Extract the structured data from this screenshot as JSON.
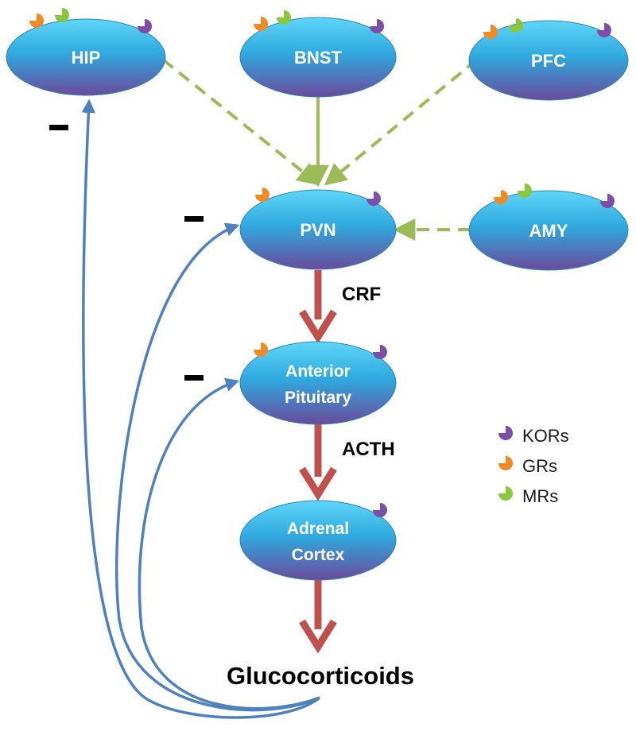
{
  "nodes": {
    "hip": {
      "label": "HIP"
    },
    "bnst": {
      "label": "BNST"
    },
    "pfc": {
      "label": "PFC"
    },
    "pvn": {
      "label": "PVN"
    },
    "amy": {
      "label": "AMY"
    },
    "pituitary": {
      "label_line1": "Anterior",
      "label_line2": "Pituitary"
    },
    "adrenal": {
      "label_line1": "Adrenal",
      "label_line2": "Cortex"
    }
  },
  "arrow_labels": {
    "crf": "CRF",
    "acth": "ACTH"
  },
  "output": {
    "label": "Glucocorticoids"
  },
  "legend": [
    {
      "label": "KORs",
      "icon": "kor-receptor-icon"
    },
    {
      "label": "GRs",
      "icon": "gr-receptor-icon"
    },
    {
      "label": "MRs",
      "icon": "mr-receptor-icon"
    }
  ],
  "colors": {
    "node_top": "#3cc3ee",
    "node_bottom": "#6a4d9b",
    "kor": "#7b4fa8",
    "gr": "#f08a24",
    "mr": "#8cc63f",
    "dashed_arrow": "#9bbb59",
    "main_arrow": "#c0504d",
    "feedback": "#4f81bd"
  }
}
